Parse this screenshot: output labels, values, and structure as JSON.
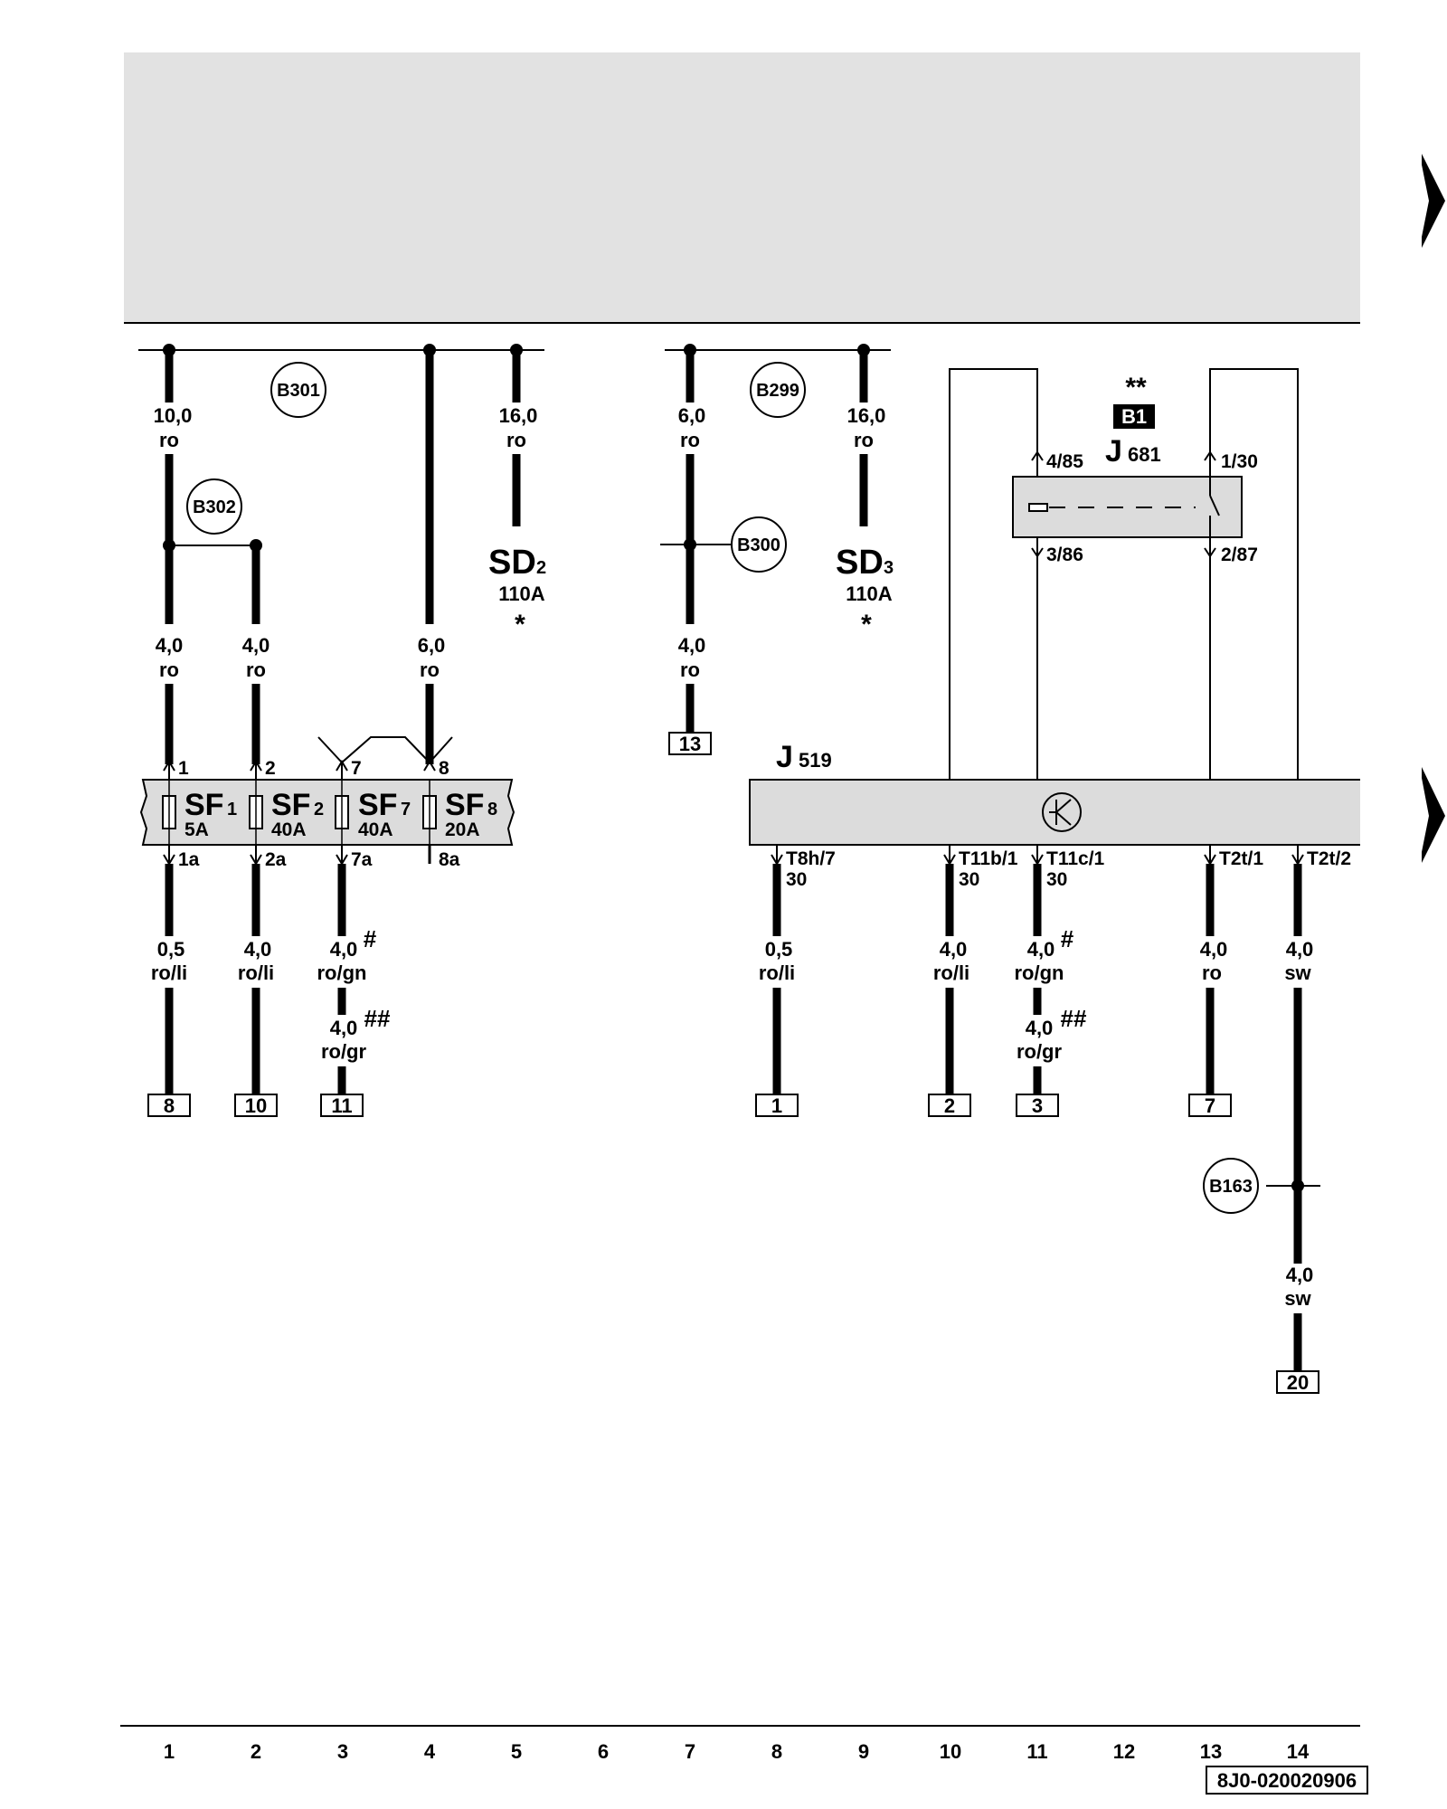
{
  "doc_code": "8J0-020020906",
  "column_numbers": [
    "1",
    "2",
    "3",
    "4",
    "5",
    "6",
    "7",
    "8",
    "9",
    "10",
    "11",
    "12",
    "13",
    "14"
  ],
  "nodes": {
    "b301": "B301",
    "b302": "B302",
    "b299": "B299",
    "b300": "B300",
    "b163": "B163"
  },
  "wires": [
    {
      "size": "10,0",
      "color": "ro"
    },
    {
      "size": "16,0",
      "color": "ro"
    },
    {
      "size": "6,0",
      "color": "ro"
    },
    {
      "size": "16,0",
      "color": "ro"
    },
    {
      "size": "4,0",
      "color": "ro"
    },
    {
      "size": "4,0",
      "color": "ro"
    },
    {
      "size": "6,0",
      "color": "ro"
    },
    {
      "size": "4,0",
      "color": "ro"
    },
    {
      "size": "0,5",
      "color": "ro/li"
    },
    {
      "size": "4,0",
      "color": "ro/li"
    },
    {
      "size": "4,0",
      "color": "ro/gn",
      "mark": "#"
    },
    {
      "size": "4,0",
      "color": "ro/gr",
      "mark": "##"
    },
    {
      "size": "0,5",
      "color": "ro/li"
    },
    {
      "size": "4,0",
      "color": "ro/li"
    },
    {
      "size": "4,0",
      "color": "ro/gn",
      "mark": "#"
    },
    {
      "size": "4,0",
      "color": "ro/gr",
      "mark": "##"
    },
    {
      "size": "4,0",
      "color": "ro"
    },
    {
      "size": "4,0",
      "color": "sw"
    },
    {
      "size": "4,0",
      "color": "sw"
    }
  ],
  "fuse_carrier": {
    "fuses": [
      {
        "name": "SF",
        "sub": "1",
        "rating": "5A"
      },
      {
        "name": "SF",
        "sub": "2",
        "rating": "40A"
      },
      {
        "name": "SF",
        "sub": "7",
        "rating": "40A"
      },
      {
        "name": "SF",
        "sub": "8",
        "rating": "20A"
      }
    ],
    "pins_top": [
      "1",
      "2",
      "7",
      "8"
    ],
    "pins_bottom": [
      "1a",
      "2a",
      "7a",
      "8a"
    ]
  },
  "sd2": {
    "name": "SD",
    "sub": "2",
    "rating": "110A",
    "mark": "*"
  },
  "sd3": {
    "name": "SD",
    "sub": "3",
    "rating": "110A",
    "mark": "*"
  },
  "relay": {
    "name": "J",
    "sub": "681",
    "badge": "B1",
    "mark": "**",
    "pins": [
      "4/85",
      "1/30",
      "3/86",
      "2/87"
    ]
  },
  "module": {
    "name": "J",
    "sub": "519",
    "pins": [
      {
        "pin": "T8h/7",
        "term": "30"
      },
      {
        "pin": "T11b/1",
        "term": "30"
      },
      {
        "pin": "T11c/1",
        "term": "30"
      },
      {
        "pin": "T2t/1",
        "term": ""
      },
      {
        "pin": "T2t/2",
        "term": ""
      }
    ]
  },
  "terminals": [
    "8",
    "10",
    "11",
    "13",
    "1",
    "2",
    "3",
    "7",
    "20"
  ]
}
